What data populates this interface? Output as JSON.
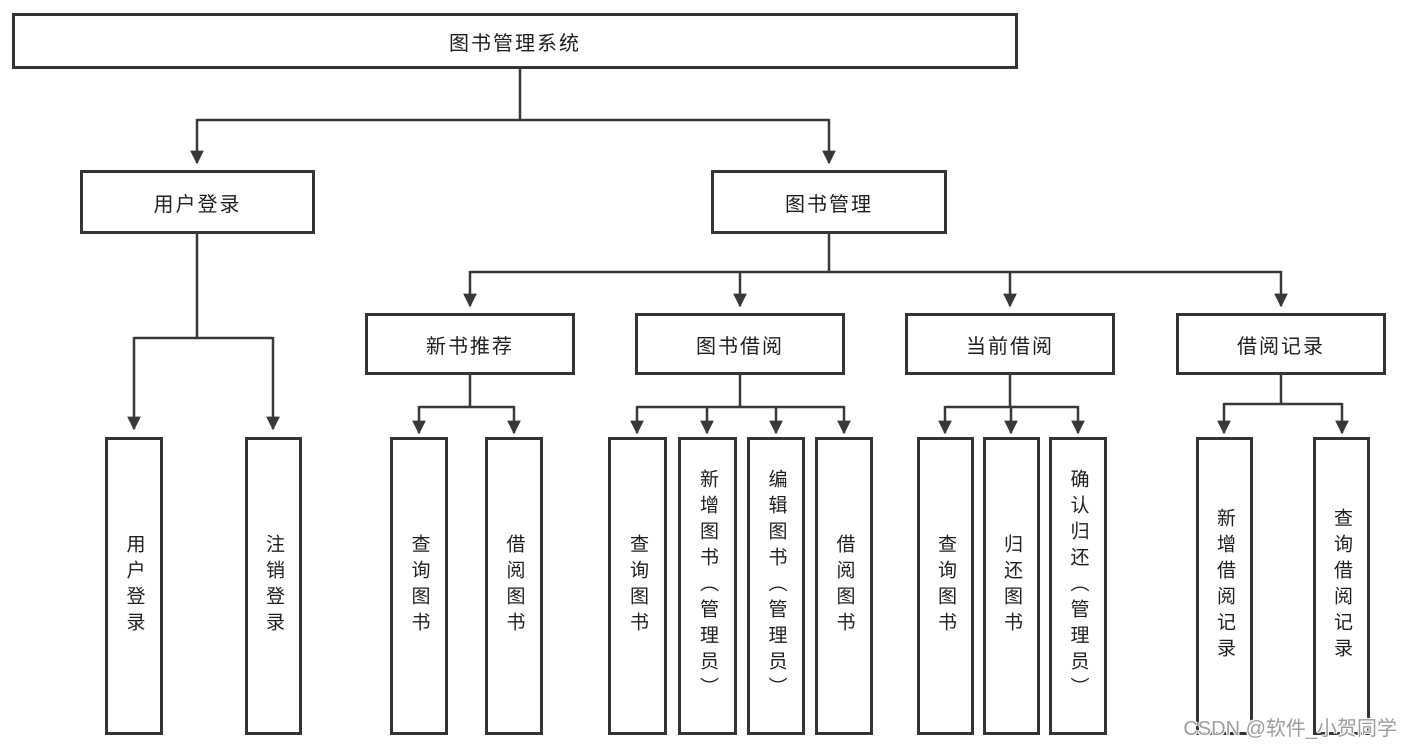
{
  "tree": {
    "label": "图书管理系统",
    "children": [
      {
        "label": "用户登录",
        "children": [
          {
            "label": "用户登录"
          },
          {
            "label": "注销登录"
          }
        ]
      },
      {
        "label": "图书管理",
        "children": [
          {
            "label": "新书推荐",
            "children": [
              {
                "label": "查询图书"
              },
              {
                "label": "借阅图书"
              }
            ]
          },
          {
            "label": "图书借阅",
            "children": [
              {
                "label": "查询图书"
              },
              {
                "label": "新增图书（管理员）"
              },
              {
                "label": "编辑图书（管理员）"
              },
              {
                "label": "借阅图书"
              }
            ]
          },
          {
            "label": "当前借阅",
            "children": [
              {
                "label": "查询图书"
              },
              {
                "label": "归还图书"
              },
              {
                "label": "确认归还（管理员）"
              }
            ]
          },
          {
            "label": "借阅记录",
            "children": [
              {
                "label": "新增借阅记录"
              },
              {
                "label": "查询借阅记录"
              }
            ]
          }
        ]
      }
    ]
  },
  "watermark": {
    "text": "CSDN @软件_小贺同学"
  },
  "colors": {
    "line": "#383838",
    "box_border": "#343434",
    "text": "#1e1e1e",
    "background": "#ffffff",
    "watermark": "#9e9e9e"
  }
}
